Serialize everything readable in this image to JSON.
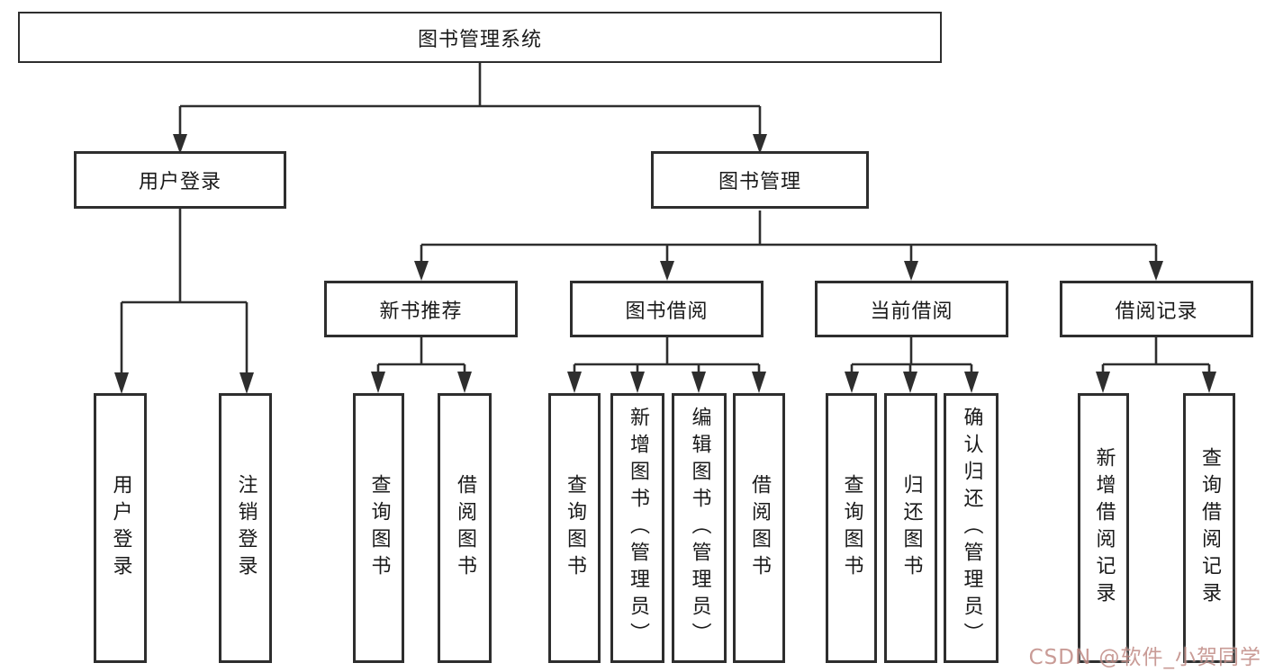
{
  "diagram": {
    "type": "hierarchy",
    "watermark": "CSDN @软件_小贺同学",
    "colors": {
      "line": "#2e2e2e",
      "box_background": "#ffffff",
      "watermark": "#c08a84"
    },
    "nodes": {
      "root": {
        "label": "图书管理系统"
      },
      "level2": [
        {
          "label": "用户登录",
          "parent": "图书管理系统"
        },
        {
          "label": "图书管理",
          "parent": "图书管理系统"
        }
      ],
      "level3": [
        {
          "label": "新书推荐",
          "parent": "图书管理"
        },
        {
          "label": "图书借阅",
          "parent": "图书管理"
        },
        {
          "label": "当前借阅",
          "parent": "图书管理"
        },
        {
          "label": "借阅记录",
          "parent": "图书管理"
        }
      ],
      "leaves": [
        {
          "label": "用户登录",
          "parent": "用户登录"
        },
        {
          "label": "注销登录",
          "parent": "用户登录"
        },
        {
          "label": "查询图书",
          "parent": "新书推荐"
        },
        {
          "label": "借阅图书",
          "parent": "新书推荐"
        },
        {
          "label": "查询图书",
          "parent": "图书借阅"
        },
        {
          "label": "新增图书（管理员）",
          "parent": "图书借阅"
        },
        {
          "label": "编辑图书（管理员）",
          "parent": "图书借阅"
        },
        {
          "label": "借阅图书",
          "parent": "图书借阅"
        },
        {
          "label": "查询图书",
          "parent": "当前借阅"
        },
        {
          "label": "归还图书",
          "parent": "当前借阅"
        },
        {
          "label": "确认归还（管理员）",
          "parent": "当前借阅"
        },
        {
          "label": "新增借阅记录",
          "parent": "借阅记录"
        },
        {
          "label": "查询借阅记录",
          "parent": "借阅记录"
        }
      ]
    }
  }
}
